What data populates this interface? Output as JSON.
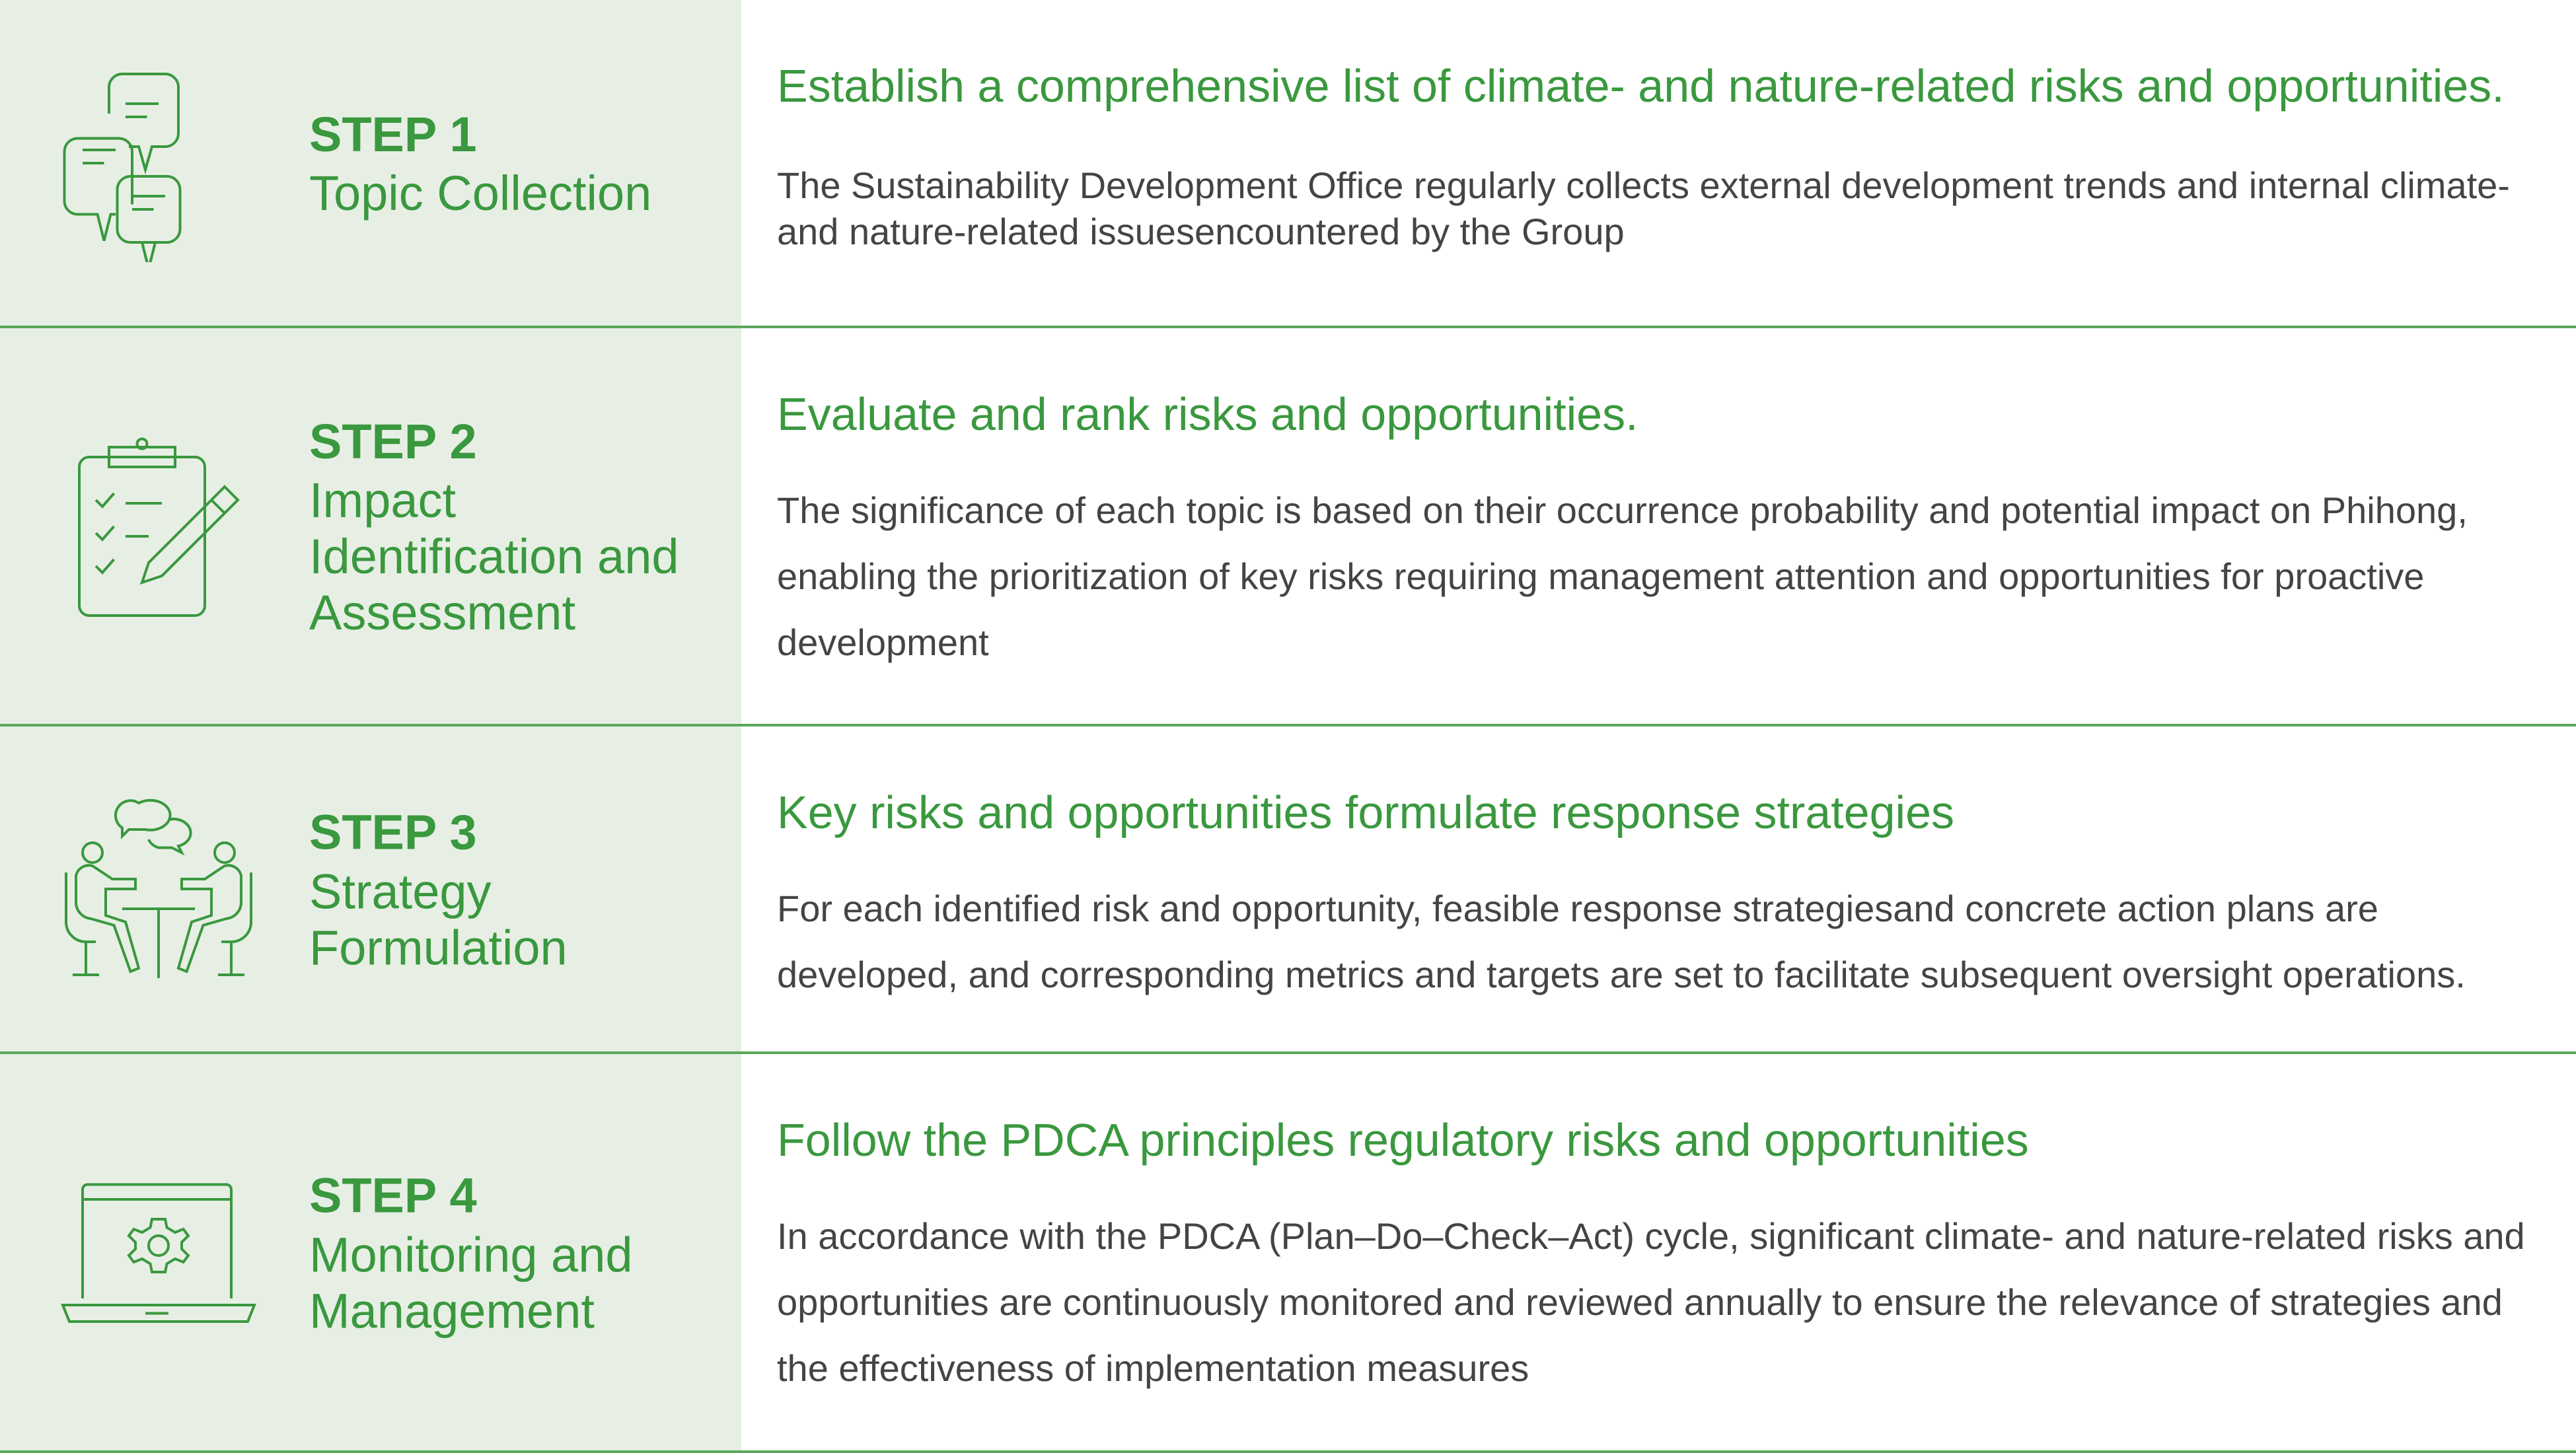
{
  "colors": {
    "accent": "#3a983e",
    "panel": "#e7efe5",
    "divider": "#5aa85a",
    "text": "#444444"
  },
  "steps": [
    {
      "number": "STEP 1",
      "name": "Topic Collection",
      "icon": "chat-bubbles-icon",
      "title": "Establish a comprehensive list of climate- and nature-related risks and opportunities.",
      "body": "The Sustainability Development Office regularly collects external development trends and internal climate- and nature-related issuesencountered by the Group"
    },
    {
      "number": "STEP 2",
      "name": "Impact Identification and Assessment",
      "icon": "clipboard-checklist-icon",
      "title": "Evaluate and rank risks and opportunities.",
      "body": "The significance of each topic is based on their occurrence probability and potential impact on Phihong, enabling the prioritization of key risks requiring management attention and opportunities for proactive development"
    },
    {
      "number": "STEP 3",
      "name": "Strategy Formulation",
      "icon": "meeting-people-icon",
      "title": "Key risks and opportunities formulate response strategies",
      "body": "For each identified risk and opportunity, feasible response strategiesand concrete action plans are developed, and corresponding metrics and targets are set to facilitate subsequent oversight operations."
    },
    {
      "number": "STEP 4",
      "name": "Monitoring and Management",
      "icon": "laptop-gear-icon",
      "title": "Follow the PDCA principles regulatory risks and opportunities",
      "body": "In accordance with the PDCA (Plan–Do–Check–Act) cycle, significant climate- and nature-related risks and opportunities are continuously monitored and reviewed annually to ensure the relevance of strategies and the effectiveness of implementation measures"
    }
  ]
}
